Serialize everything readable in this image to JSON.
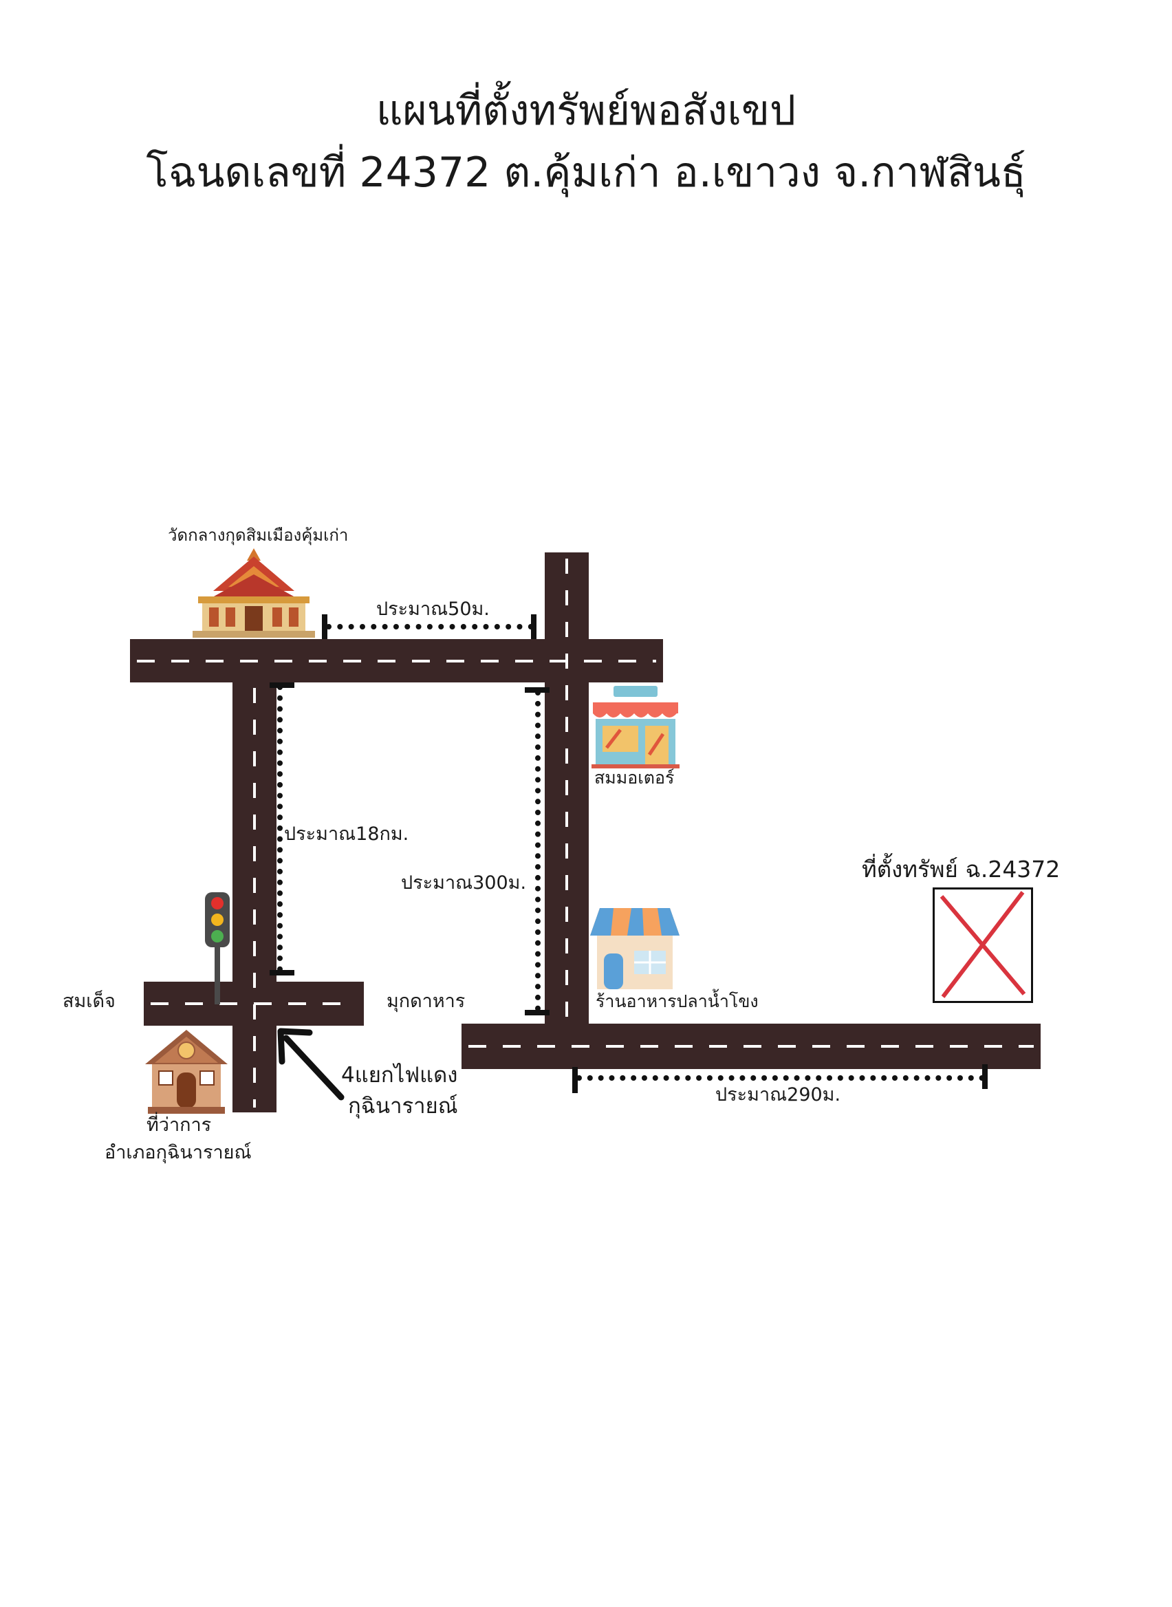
{
  "title": {
    "line1": "แผนที่ตั้งทรัพย์พอสังเขป",
    "line2": "โฉนดเลขที่ 24372  ต.คุ้มเก่า อ.เขาวง จ.กาฬสินธุ์"
  },
  "landmarks": {
    "temple": "วัดกลางกุดสิมเมืองคุ้มเก่า",
    "motor_shop": "สมมอเตอร์",
    "restaurant": "ร้านอาหารปลาน้ำโขง",
    "district_office_line1": "ที่ว่าการ",
    "district_office_line2": "อำเภอกุฉินารายณ์",
    "intersection_line1": "4แยกไฟแดง",
    "intersection_line2": "กุฉินารายณ์"
  },
  "directions": {
    "west": "สมเด็จ",
    "east": "มุกดาหาร"
  },
  "distances": {
    "top": "ประมาณ50ม.",
    "left_vertical": "ประมาณ18กม.",
    "right_vertical": "ประมาณ300ม.",
    "bottom": "ประมาณ290ม."
  },
  "property": {
    "label": "ที่ตั้งทรัพย์ ฉ.24372",
    "marker_color": "#d9343e"
  },
  "colors": {
    "road": "#3a2626",
    "road_marking": "#ffffff"
  }
}
